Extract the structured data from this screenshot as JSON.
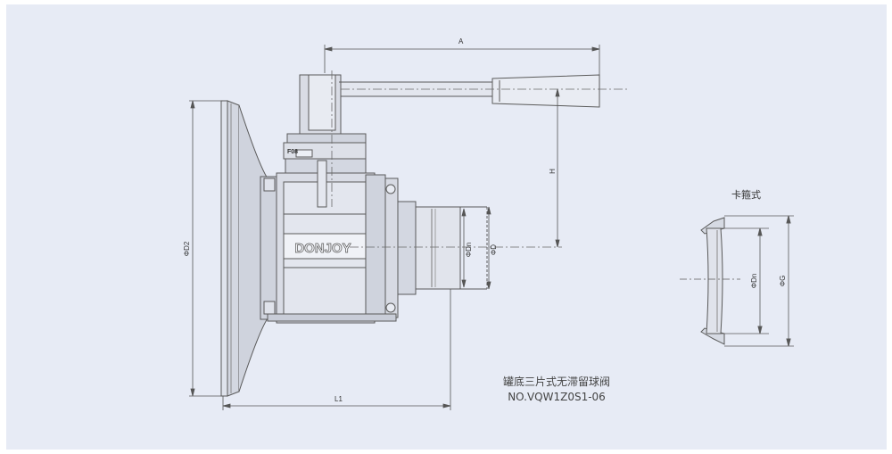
{
  "labels": {
    "dim_a": "A",
    "dim_h": "H",
    "dim_l1": "L1",
    "dim_d2": "ΦD2",
    "dim_dn": "ΦDn",
    "dim_d": "ΦD",
    "brand": "DONJOY",
    "stamp": "F08",
    "detail_title": "卡箍式",
    "detail_dn": "ΦDn",
    "detail_g": "ΦG"
  },
  "caption": {
    "title": "罐底三片式无滞留球阀",
    "model": "NO.VQW1Z0S1-06"
  },
  "colors": {
    "background": "#e7ebf5",
    "line": "#5a5a5a",
    "shade": "#c9cdd8"
  }
}
